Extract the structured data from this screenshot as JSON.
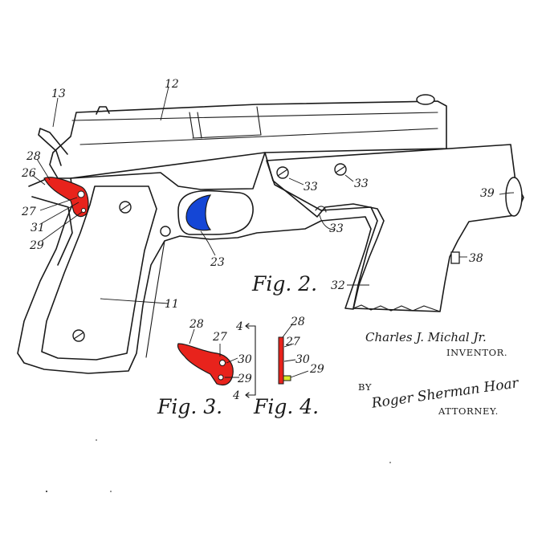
{
  "colors": {
    "ink": "#1a1a1a",
    "safety_red": "#e8231c",
    "trigger_blue": "#1446d6",
    "pin_yellow": "#d9e82a",
    "paper": "#ffffff"
  },
  "figures": {
    "fig2": "Fig. 2.",
    "fig3": "Fig. 3.",
    "fig4": "Fig. 4."
  },
  "ref_numbers": {
    "n13": "13",
    "n12": "12",
    "n28": "28",
    "n26": "26",
    "n27": "27",
    "n31": "31",
    "n29": "29",
    "n23": "23",
    "n11": "11",
    "n33a": "33",
    "n33b": "33",
    "n33c": "33",
    "n39": "39",
    "n38": "38",
    "n32": "32",
    "f3_28": "28",
    "f3_27": "27",
    "f3_30": "30",
    "f3_29": "29",
    "f3_4top": "4",
    "f3_4bot": "4",
    "f4_28": "28",
    "f4_27": "27",
    "f4_30": "30",
    "f4_29": "29"
  },
  "credits": {
    "inventor_name": "Charles J. Michal Jr.",
    "inventor_label": "INVENTOR.",
    "by_label": "BY",
    "attorney_name": "Roger Sherman Hoar",
    "attorney_label": "ATTORNEY."
  }
}
